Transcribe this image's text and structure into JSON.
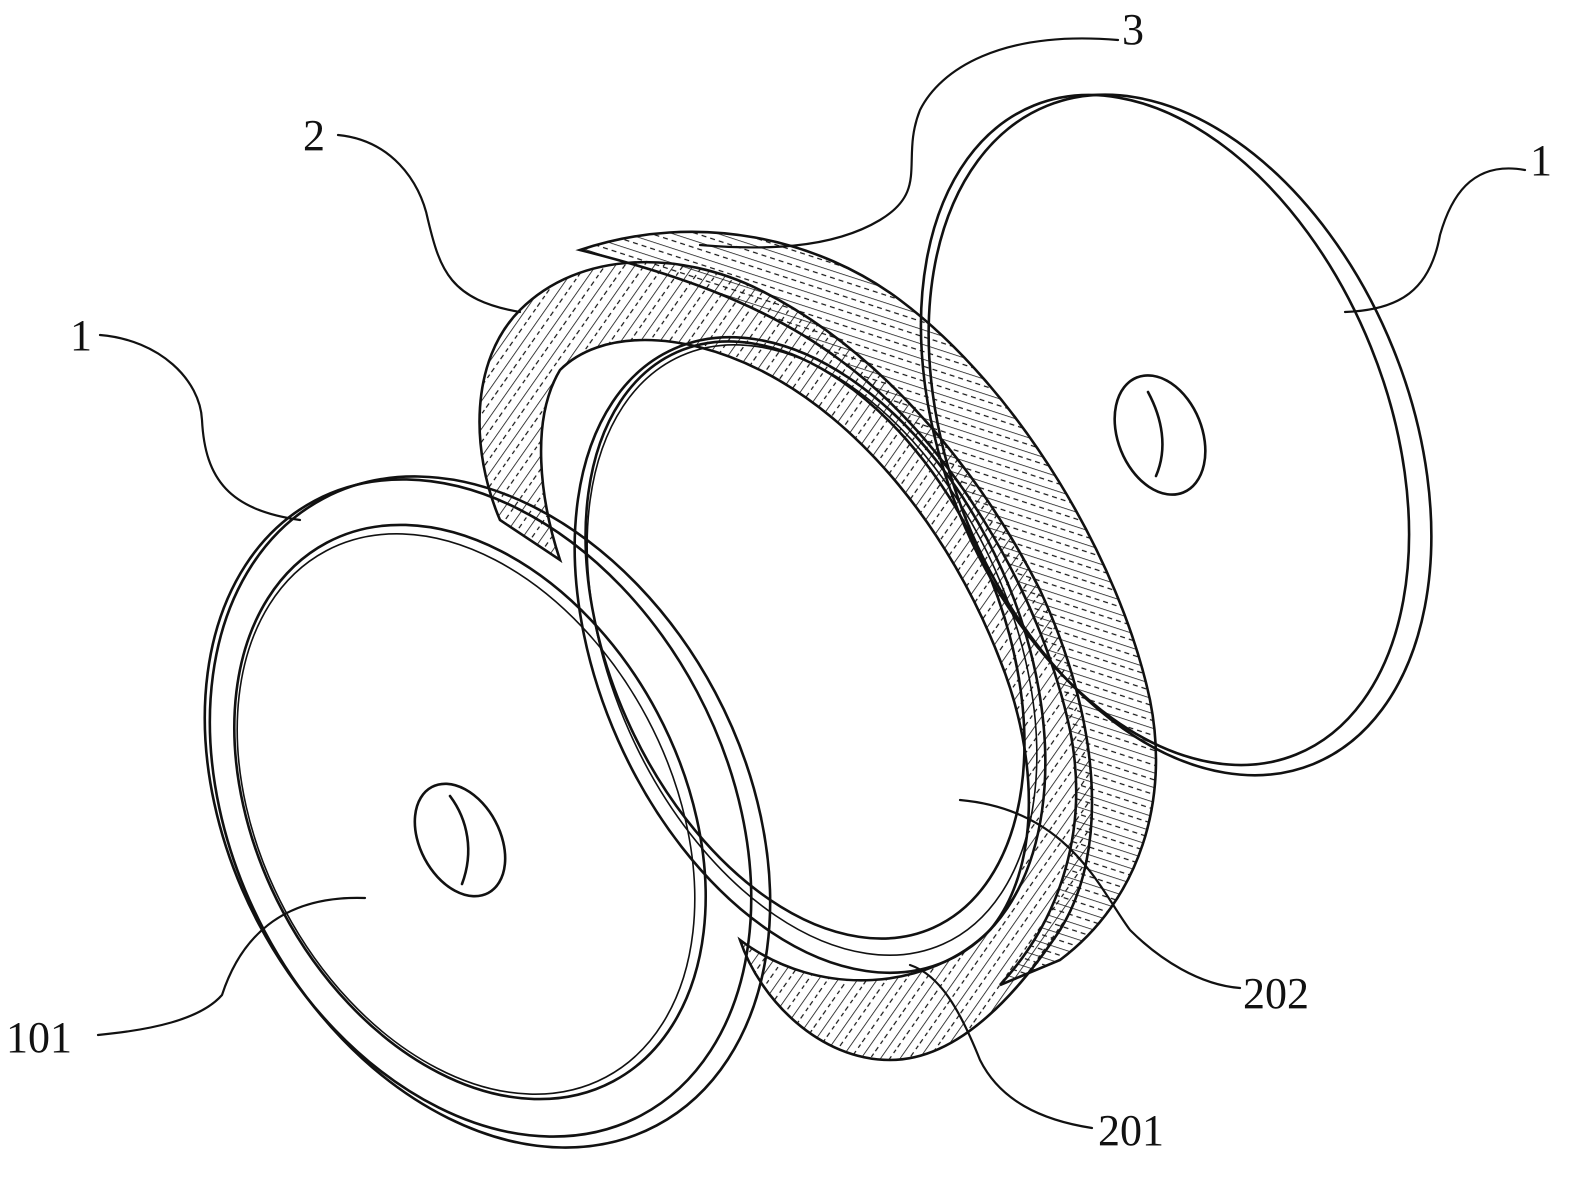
{
  "labels": {
    "l1_left": "1",
    "l1_right": "1",
    "l2": "2",
    "l3": "3",
    "l101": "101",
    "l201": "201",
    "l202": "202"
  },
  "colors": {
    "ink": "#111111",
    "paper": "#ffffff"
  }
}
